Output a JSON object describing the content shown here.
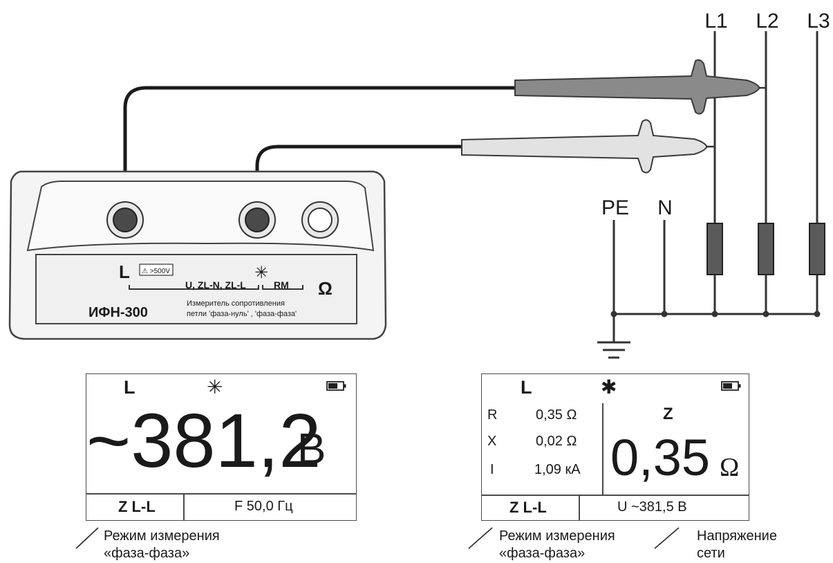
{
  "lines": {
    "l1": "L1",
    "l2": "L2",
    "l3": "L3",
    "pe": "PE",
    "n": "N"
  },
  "device": {
    "model": "ИФН-300",
    "description_line1": "Измеритель сопротивления",
    "description_line2": "петли 'фаза-нуль' , 'фаза-фаза'",
    "terminal_l": "L",
    "terminal_warning": "⚠ >500V",
    "terminal_u_group": "U, ZL-N, ZL-L",
    "terminal_star": "✳",
    "terminal_rm": "RM",
    "terminal_omega": "Ω"
  },
  "screen_left": {
    "top_l": "L",
    "top_star": "✳",
    "main_value": "~381,2",
    "main_unit": "В",
    "mode": "Z L-L",
    "frequency": "F  50,0 Гц"
  },
  "screen_right": {
    "top_l": "L",
    "top_star": "✱",
    "r_label": "R",
    "r_value": "0,35 Ω",
    "x_label": "X",
    "x_value": "0,02 Ω",
    "i_label": "I",
    "i_value": "1,09 кА",
    "z_label": "Z",
    "z_value": "0,35",
    "z_unit": "Ω",
    "mode": "Z L-L",
    "voltage": "U ~381,5 В"
  },
  "annotations": {
    "left_mode_line1": "Режим измерения",
    "left_mode_line2": "«фаза-фаза»",
    "right_mode_line1": "Режим измерения",
    "right_mode_line2": "«фаза-фаза»",
    "voltage_line1": "Напряжение",
    "voltage_line2": "сети"
  },
  "colors": {
    "outline": "#4a4a4a",
    "probe_dark": "#8a8a8a",
    "probe_light": "#e2e2e2",
    "fuse": "#5a5a5a",
    "terminal": "#4a4a4a"
  }
}
